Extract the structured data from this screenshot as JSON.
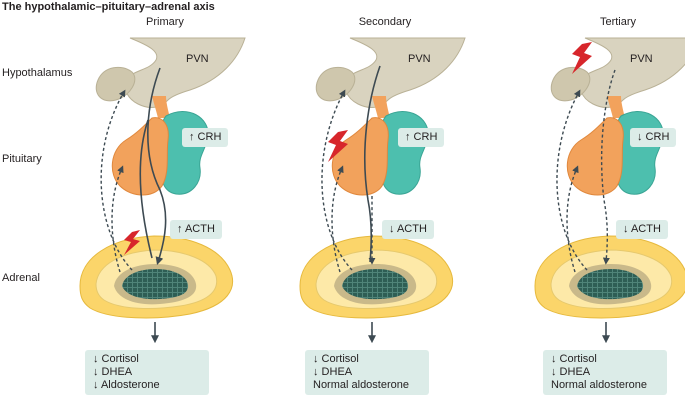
{
  "title": "The hypothalamic–pituitary–adrenal axis",
  "row_labels": {
    "hypothalamus": "Hypothalamus",
    "pituitary": "Pituitary",
    "adrenal": "Adrenal"
  },
  "columns": [
    {
      "heading": "Primary",
      "pvn": "PVN",
      "crh": "↑ CRH",
      "acth": "↑ ACTH",
      "outcomes": [
        "↓ Cortisol",
        "↓ DHEA",
        "↓ Aldosterone"
      ]
    },
    {
      "heading": "Secondary",
      "pvn": "PVN",
      "crh": "↑ CRH",
      "acth": "↓ ACTH",
      "outcomes": [
        "↓ Cortisol",
        "↓ DHEA",
        "Normal aldosterone"
      ]
    },
    {
      "heading": "Tertiary",
      "pvn": "PVN",
      "crh": "↓ CRH",
      "acth": "↓ ACTH",
      "outcomes": [
        "↓ Cortisol",
        "↓ DHEA",
        "Normal aldosterone"
      ]
    }
  ],
  "colors": {
    "hypothalamus": "#d9d3bf",
    "hypothalamus_dark": "#b9b196",
    "pituitary_anterior": "#f2a25c",
    "pituitary_posterior": "#4dbfae",
    "adrenal_outer": "#fbd56a",
    "adrenal_cortex": "#fde9a8",
    "adrenal_medulla": "#2e5e55",
    "label_box": "#dcece8",
    "lesion": "#d7262b"
  }
}
